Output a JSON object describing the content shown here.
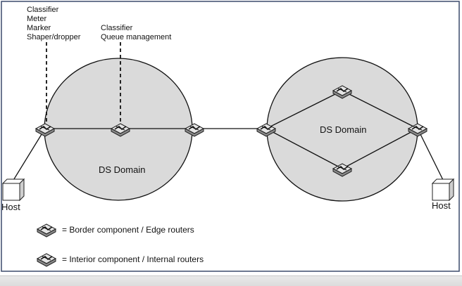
{
  "diagram": {
    "border_labels": [
      "Classifier",
      "Meter",
      "Marker",
      "Shaper/dropper"
    ],
    "interior_labels": [
      "Classifier",
      "Queue management"
    ],
    "domain_left": "DS Domain",
    "domain_right": "DS Domain",
    "host_left": "Host",
    "host_right": "Host",
    "legend": {
      "border": "= Border component / Edge routers",
      "interior": "= Interior component  / Internal routers"
    }
  },
  "colors": {
    "domain_fill": "#dadada",
    "frame": "#3b4a6b"
  }
}
